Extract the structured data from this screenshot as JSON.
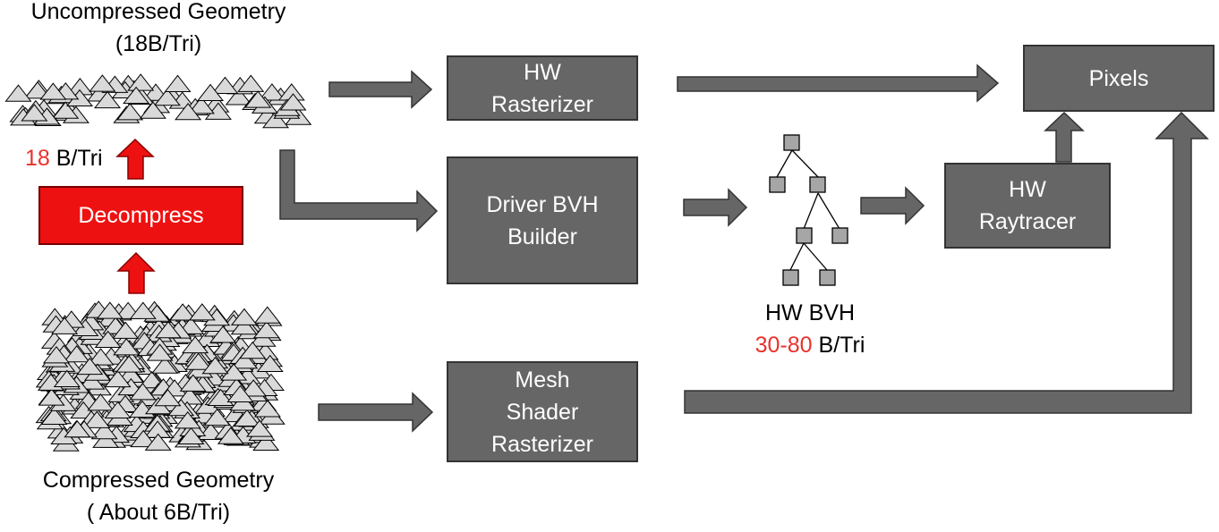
{
  "top_label": {
    "line1": "Uncompressed Geometry",
    "line2": "(18B/Tri)"
  },
  "bottom_label": {
    "line1": "Compressed Geometry",
    "line2": "( About 6B/Tri)"
  },
  "left_rate": {
    "value": "18",
    "unit": " B/Tri"
  },
  "decompress": {
    "label": "Decompress"
  },
  "hw_rasterizer": {
    "line1": "HW",
    "line2": "Rasterizer"
  },
  "driver_bvh": {
    "line1": "Driver BVH",
    "line2": "Builder"
  },
  "mesh_shader": {
    "line1": "Mesh",
    "line2": "Shader",
    "line3": "Rasterizer"
  },
  "hw_raytracer": {
    "line1": "HW",
    "line2": "Raytracer"
  },
  "pixels": {
    "label": "Pixels"
  },
  "bvh_label": {
    "line1": "HW BVH",
    "value": "30-80",
    "unit": " B/Tri"
  },
  "colors": {
    "box_fill": "#666666",
    "red_box": "#ee1111",
    "red_text": "#e8322c",
    "triangle_fill": "#d9d9d9"
  }
}
